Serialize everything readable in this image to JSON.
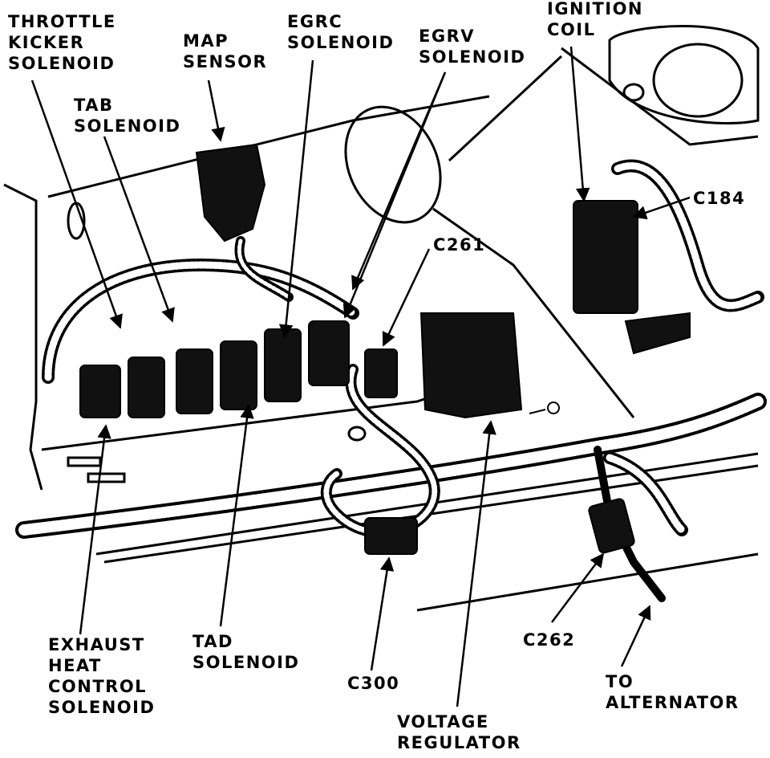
{
  "colors": {
    "ink": "#000000",
    "paper": "#ffffff"
  },
  "labels": {
    "throttle_kicker": [
      "THROTTLE",
      "KICKER",
      "SOLENOID"
    ],
    "map_sensor": [
      "MAP",
      "SENSOR"
    ],
    "egrc": [
      "EGRC",
      "SOLENOID"
    ],
    "egrv": [
      "EGRV",
      "SOLENOID"
    ],
    "ignition_coil": [
      "IGNITION",
      "COIL"
    ],
    "tab": [
      "TAB",
      "SOLENOID"
    ],
    "c184": "C184",
    "c261": "C261",
    "exhaust_heat": [
      "EXHAUST",
      "HEAT",
      "CONTROL",
      "SOLENOID"
    ],
    "tad": [
      "TAD",
      "SOLENOID"
    ],
    "c300": "C300",
    "voltage_regulator": [
      "VOLTAGE",
      "REGULATOR"
    ],
    "c262": "C262",
    "to_alternator": [
      "TO",
      "ALTERNATOR"
    ]
  }
}
